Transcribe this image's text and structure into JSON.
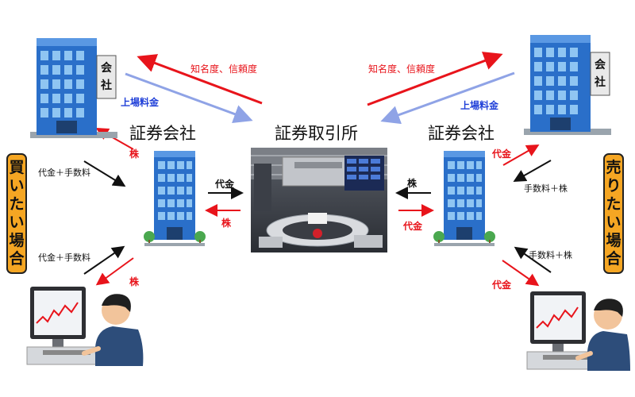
{
  "nodes": {
    "exchange": "証券取引所",
    "broker_left": "証券会社",
    "broker_right": "証券会社",
    "company_sign": [
      "会",
      "社"
    ]
  },
  "badges": {
    "buy": "買いたい場合",
    "sell": "売りたい場合"
  },
  "labels": {
    "reputation_left": "知名度、信頼度",
    "reputation_right": "知名度、信頼度",
    "listing_fee_left": "上場料金",
    "listing_fee_right": "上場料金",
    "payment_fee_1": "代金＋手数料",
    "payment_fee_2": "代金＋手数料",
    "stock_1": "株",
    "stock_2": "株",
    "payment_mid_left": "代金",
    "stock_mid_left": "株",
    "stock_mid_right": "株",
    "payment_mid_right": "代金",
    "payment_r1": "代金",
    "payment_r2": "代金",
    "fee_stock_1": "手数料＋株",
    "fee_stock_2": "手数料＋株"
  },
  "colors": {
    "red": "#e8141b",
    "blue": "#1f3fd8",
    "light_blue_arrow": "#8fa3e6",
    "badge": "#f5a623"
  }
}
